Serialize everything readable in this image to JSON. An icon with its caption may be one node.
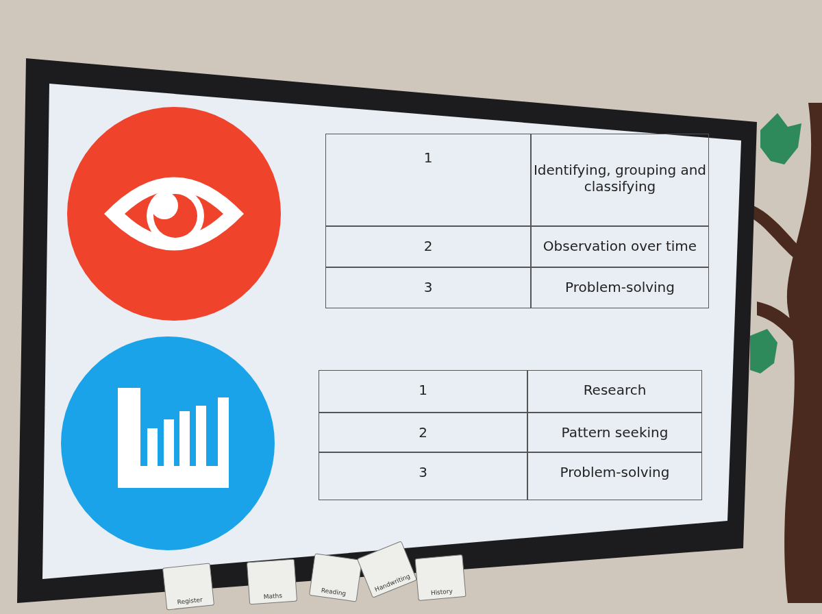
{
  "diagram": {
    "labels": [
      "1",
      "Identifying, grouping and classifying",
      "2",
      "Observation over time",
      "3",
      "Problem-solving",
      "1",
      "Research",
      "2",
      "Pattern seeking",
      "3",
      "Problem-solving",
      "Register",
      "Maths",
      "Reading",
      "Handwriting",
      "History"
    ]
  }
}
